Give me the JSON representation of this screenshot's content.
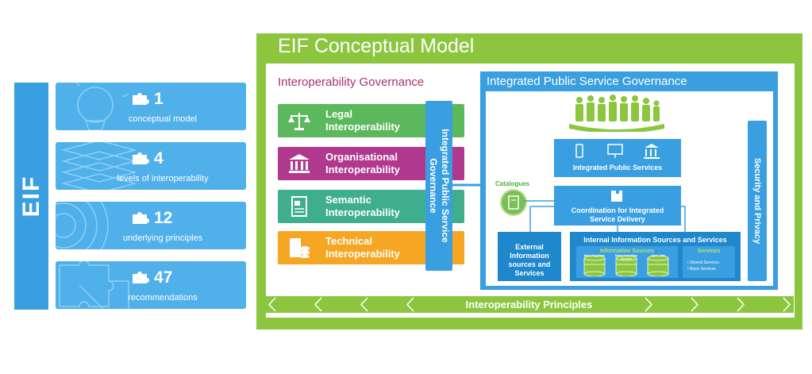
{
  "sidebar": {
    "label": "EIF",
    "stats": [
      {
        "number": "1",
        "label": "conceptual model"
      },
      {
        "number": "4",
        "label": "levels of interoperability"
      },
      {
        "number": "12",
        "label": "underlying principles"
      },
      {
        "number": "47",
        "label": "recommendations"
      }
    ]
  },
  "model": {
    "title": "EIF Conceptual Model",
    "interop_governance": "Interoperability Governance",
    "layers": [
      {
        "line1": "Legal",
        "line2": "Interoperability",
        "color": "#5cb85c",
        "icon": "scales-icon"
      },
      {
        "line1": "Organisational",
        "line2": "Interoperability",
        "color": "#b0388e",
        "icon": "building-icon"
      },
      {
        "line1": "Semantic",
        "line2": "Interoperability",
        "color": "#3fae8c",
        "icon": "document-icon"
      },
      {
        "line1": "Technical",
        "line2": "Interoperability",
        "color": "#f5a623",
        "icon": "server-icon"
      }
    ],
    "ipsg_vertical": "Integrated Public Service Governance",
    "governance_title": "Integrated Public Service Governance",
    "catalogues": "Catalogues",
    "integrated_services": "Integrated Public Services",
    "coordination": "Coordination for Integrated Service Delivery",
    "external": "External Information sources and Services",
    "internal": {
      "title": "Internal Information Sources and Services",
      "info_sources": "Information Sources",
      "services": "Services",
      "db_labels": [
        "Base Registries",
        "Other Authorities Sources",
        "Open Data"
      ],
      "service_items": [
        "Shared Services",
        "Basic Services"
      ]
    },
    "security": "Security and Privacy",
    "principles": "Interoperability Principles"
  }
}
